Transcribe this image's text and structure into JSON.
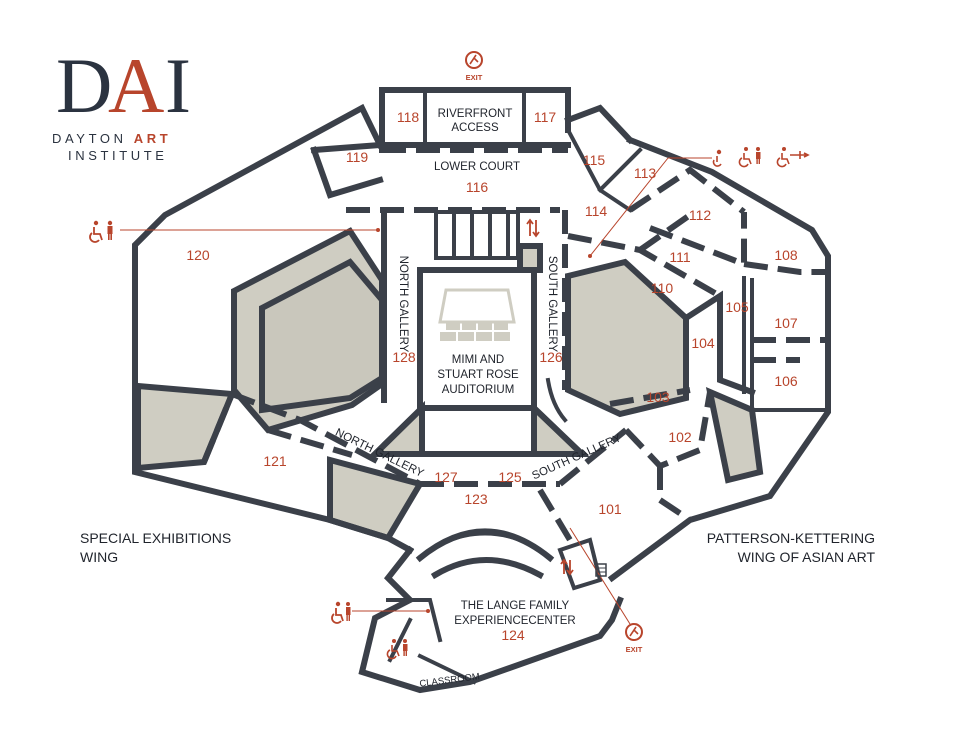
{
  "logo": {
    "letters_dark_1": "D",
    "letter_accent": "A",
    "letters_dark_2": "I",
    "line1_dark": "DAYTON",
    "line1_accent": "ART",
    "line2": "INSTITUTE"
  },
  "exits": {
    "top": "EXIT",
    "bottom": "EXIT"
  },
  "rooms": {
    "r101": "101",
    "r102": "102",
    "r103": "103",
    "r104": "104",
    "r105": "105",
    "r106": "106",
    "r107": "107",
    "r108": "108",
    "r110": "110",
    "r111": "111",
    "r112": "112",
    "r113": "113",
    "r114": "114",
    "r115": "115",
    "r116": "116",
    "r117": "117",
    "r118": "118",
    "r119": "119",
    "r120": "120",
    "r121": "121",
    "r123": "123",
    "r124": "124",
    "r125": "125",
    "r126": "126",
    "r127": "127",
    "r128": "128"
  },
  "labels": {
    "riverfront_1": "RIVERFRONT",
    "riverfront_2": "ACCESS",
    "lower_court": "LOWER COURT",
    "north_gallery_vertical": "NORTH GALLERY",
    "south_gallery_vertical": "SOUTH GALLERY",
    "north_gallery_diag": "NORTH GALLERY",
    "south_gallery_diag": "SOUTH GALLERY",
    "auditorium_1": "MIMI AND",
    "auditorium_2": "STUART ROSE",
    "auditorium_3": "AUDITORIUM",
    "lange_1": "THE LANGE FAMILY",
    "lange_2": "EXPERIENCECENTER",
    "classroom": "CLASSROOM"
  },
  "wings": {
    "special_1": "SPECIAL EXHIBITIONS",
    "special_2": "WING",
    "asian_1": "PATTERSON-KETTERING",
    "asian_2": "WING OF ASIAN ART"
  },
  "colors": {
    "accent": "#b8452c",
    "wall": "#3b4049",
    "gallery_fill": "#cfcdc2"
  },
  "icons": [
    "exit-icon",
    "accessible-restroom-icon",
    "elevator-icon",
    "accessible-entrance-icon"
  ]
}
